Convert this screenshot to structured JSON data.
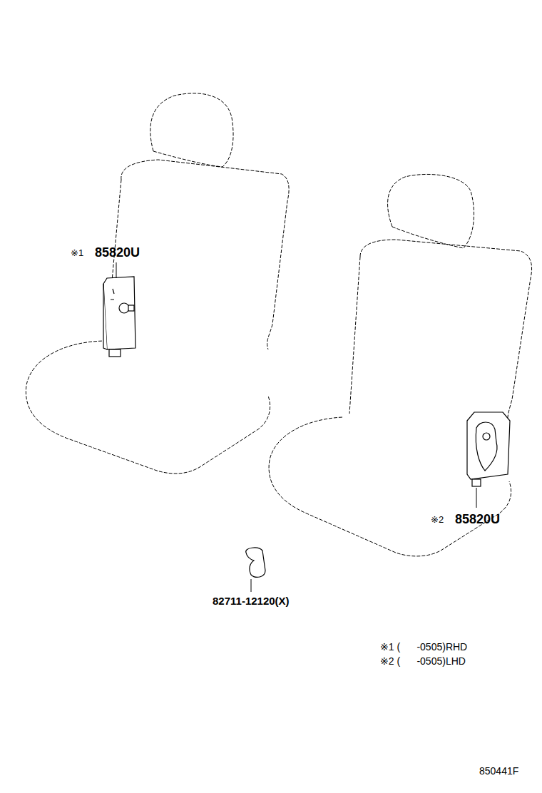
{
  "diagram": {
    "labels": [
      "※1",
      "85820U",
      "※2",
      "85820U",
      "82711-12120(X)",
      "※1 (      -0505)RHD",
      "※2 (      -0505)LHD",
      "850441F"
    ]
  }
}
